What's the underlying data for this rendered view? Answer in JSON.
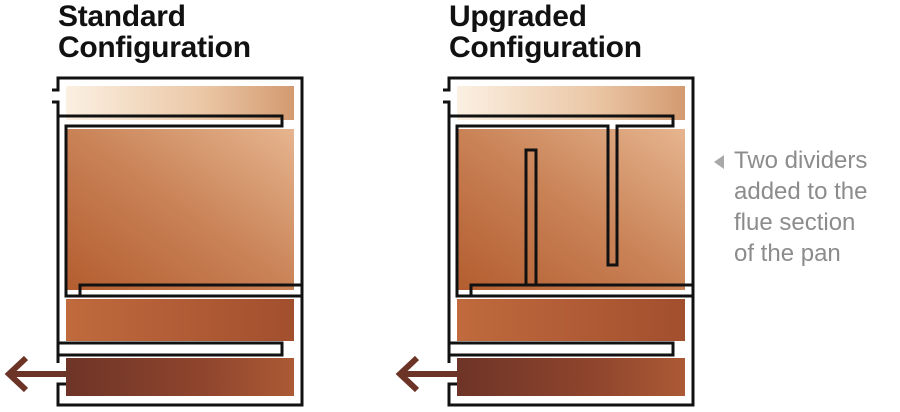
{
  "left_panel": {
    "title_line1": "Standard",
    "title_line2": "Configuration"
  },
  "right_panel": {
    "title_line1": "Upgraded",
    "title_line2": "Configuration"
  },
  "annotation": {
    "lines": [
      "Two dividers",
      "added to the",
      "flue section",
      "of the pan"
    ]
  },
  "colors": {
    "outline": "#111111",
    "copper_light": "#f8e8d5",
    "copper_mid": "#b86a3e",
    "copper_dark": "#6e3426",
    "arrow": "#6b3426",
    "annotation_text": "#8c8c8c"
  }
}
